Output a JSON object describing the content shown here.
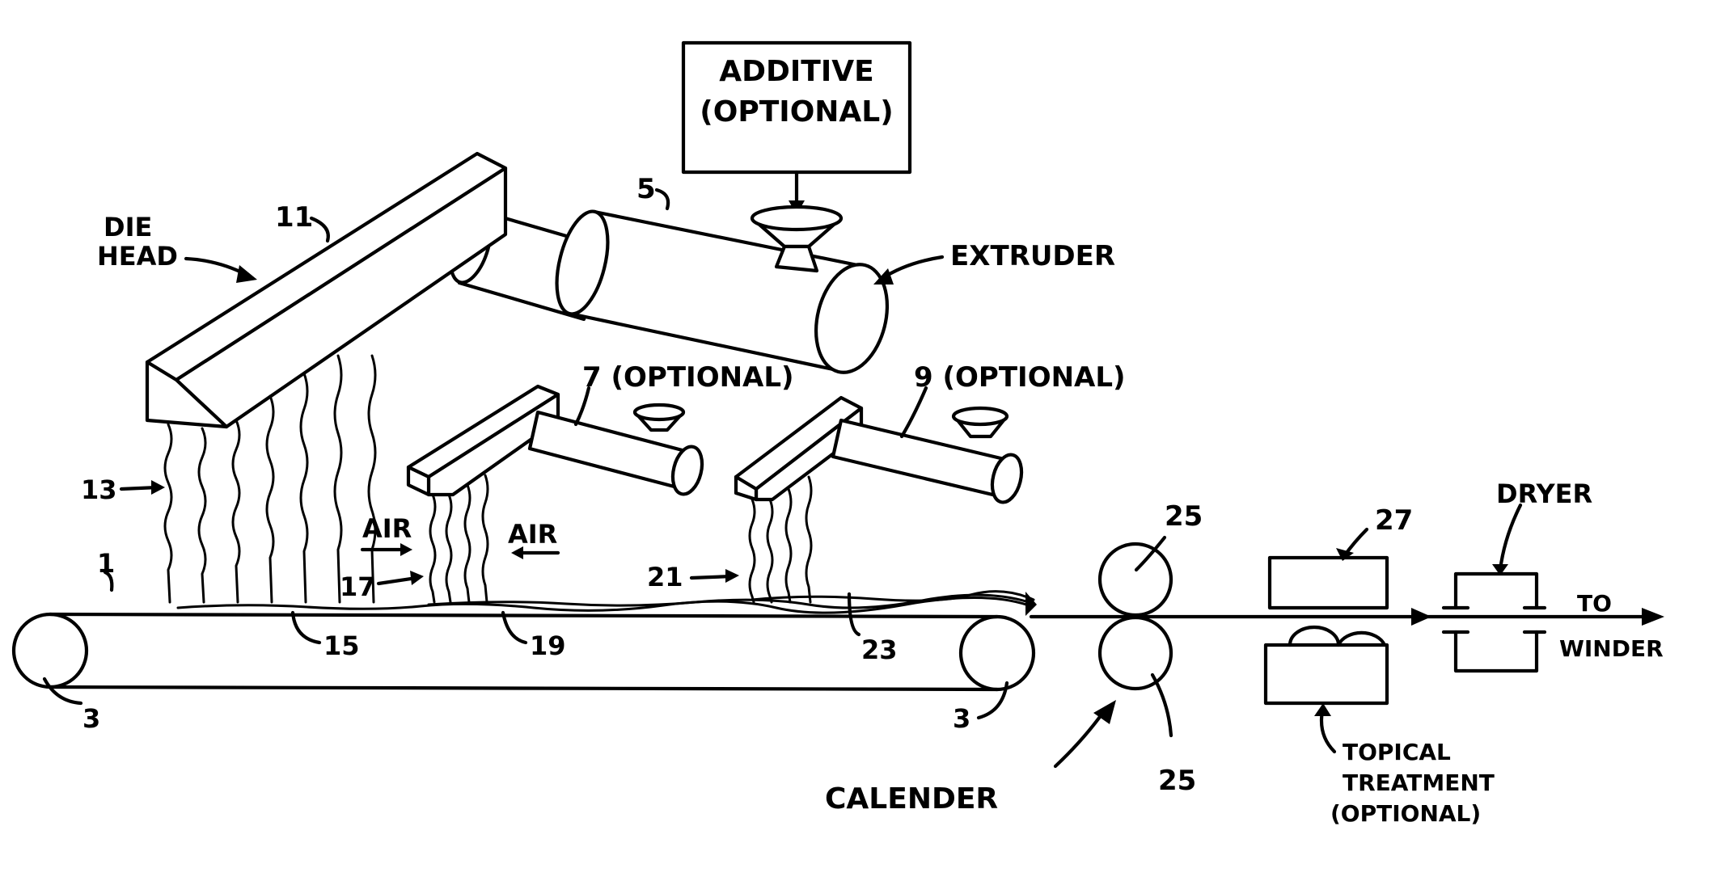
{
  "labels": {
    "additive": [
      "ADDITIVE",
      "(OPTIONAL)"
    ],
    "die_head": [
      "DIE",
      "HEAD"
    ],
    "extruder": "EXTRUDER",
    "ref_11": "11",
    "ref_5": "5",
    "ref_7": "7 (OPTIONAL)",
    "ref_9": "9 (OPTIONAL)",
    "ref_13": "13",
    "ref_1": "1",
    "ref_15": "15",
    "ref_17": "17",
    "ref_19": "19",
    "ref_21": "21",
    "ref_23": "23",
    "ref_3_left": "3",
    "ref_3_right": "3",
    "ref_25_top": "25",
    "ref_25_bottom": "25",
    "ref_27": "27",
    "air_left": "AIR",
    "air_right": "AIR",
    "calender": "CALENDER",
    "dryer": "DRYER",
    "winder": [
      "TO",
      "WINDER"
    ],
    "topical": [
      "TOPICAL",
      "TREATMENT",
      "(OPTIONAL)"
    ]
  }
}
